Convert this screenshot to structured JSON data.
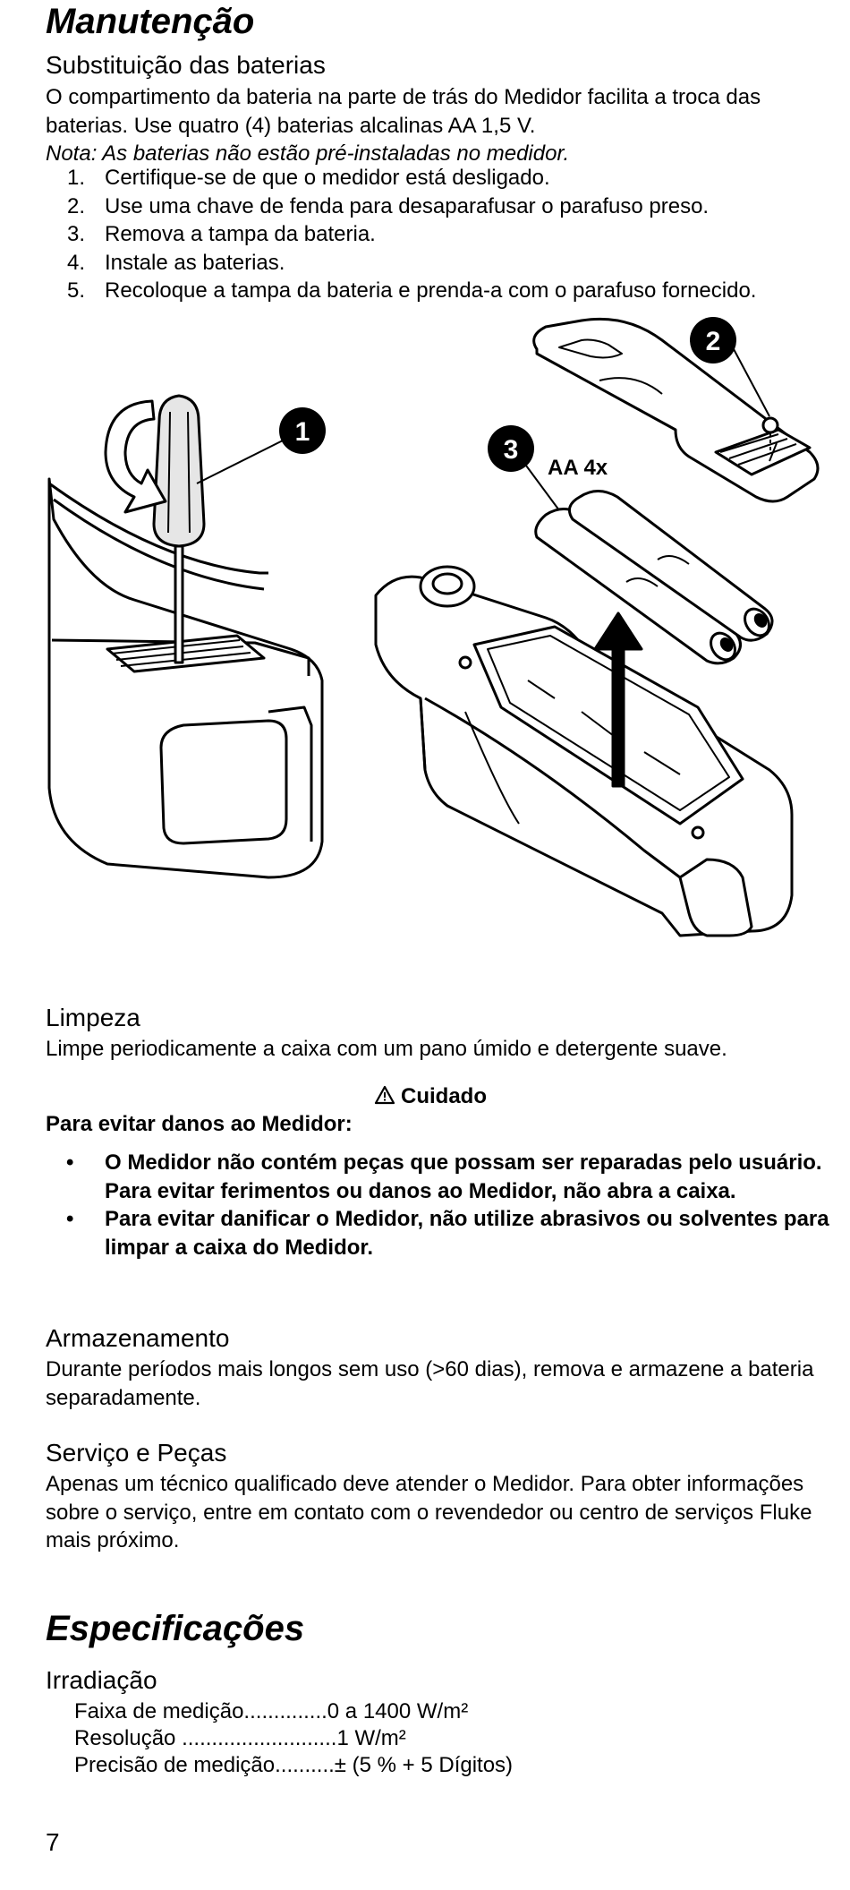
{
  "maintenance": {
    "title": "Manutenção",
    "battery": {
      "heading": "Substituição das baterias",
      "paragraph": "O compartimento da bateria na parte de trás do Medidor facilita a troca das baterias. Use quatro (4) baterias alcalinas AA 1,5 V.",
      "note": "Nota: As baterias não estão pré-instaladas no medidor.",
      "steps": [
        {
          "num": "1.",
          "text": "Certifique-se de que o medidor está desligado."
        },
        {
          "num": "2.",
          "text": "Use uma chave de fenda para desaparafusar o parafuso preso."
        },
        {
          "num": "3.",
          "text": "Remova a tampa da bateria."
        },
        {
          "num": "4.",
          "text": "Instale as baterias."
        },
        {
          "num": "5.",
          "text": "Recoloque a tampa da bateria e prenda-a com o parafuso fornecido."
        }
      ]
    },
    "figure": {
      "callout_1": "1",
      "callout_2": "2",
      "callout_3": "3",
      "battery_label": "AA 4x"
    },
    "cleaning": {
      "heading": "Limpeza",
      "paragraph": "Limpe periodicamente a caixa com um pano úmido e detergente suave.",
      "caution_label": "Cuidado",
      "caution_lead": "Para evitar danos ao Medidor:",
      "bullets": [
        "O Medidor não contém peças que possam ser reparadas pelo usuário. Para evitar ferimentos ou danos ao Medidor, não abra a caixa.",
        "Para evitar danificar o Medidor, não utilize abrasivos ou solventes para limpar a caixa do Medidor."
      ]
    },
    "storage": {
      "heading": "Armazenamento",
      "paragraph": "Durante períodos mais longos sem uso (>60 dias), remova e armazene a bateria separadamente."
    },
    "service": {
      "heading": "Serviço e Peças",
      "paragraph": "Apenas um técnico qualificado deve atender o Medidor. Para obter informações sobre o serviço, entre em contato com o revendedor ou centro de serviços Fluke mais próximo."
    }
  },
  "specifications": {
    "title": "Especificações",
    "irradiation": {
      "heading": "Irradiação",
      "items": [
        "Faixa de medição..............0 a 1400 W/m²",
        "Resolução ..........................1 W/m²",
        "Precisão de medição..........± (5 % + 5 Dígitos)"
      ]
    }
  },
  "page_number": "7"
}
